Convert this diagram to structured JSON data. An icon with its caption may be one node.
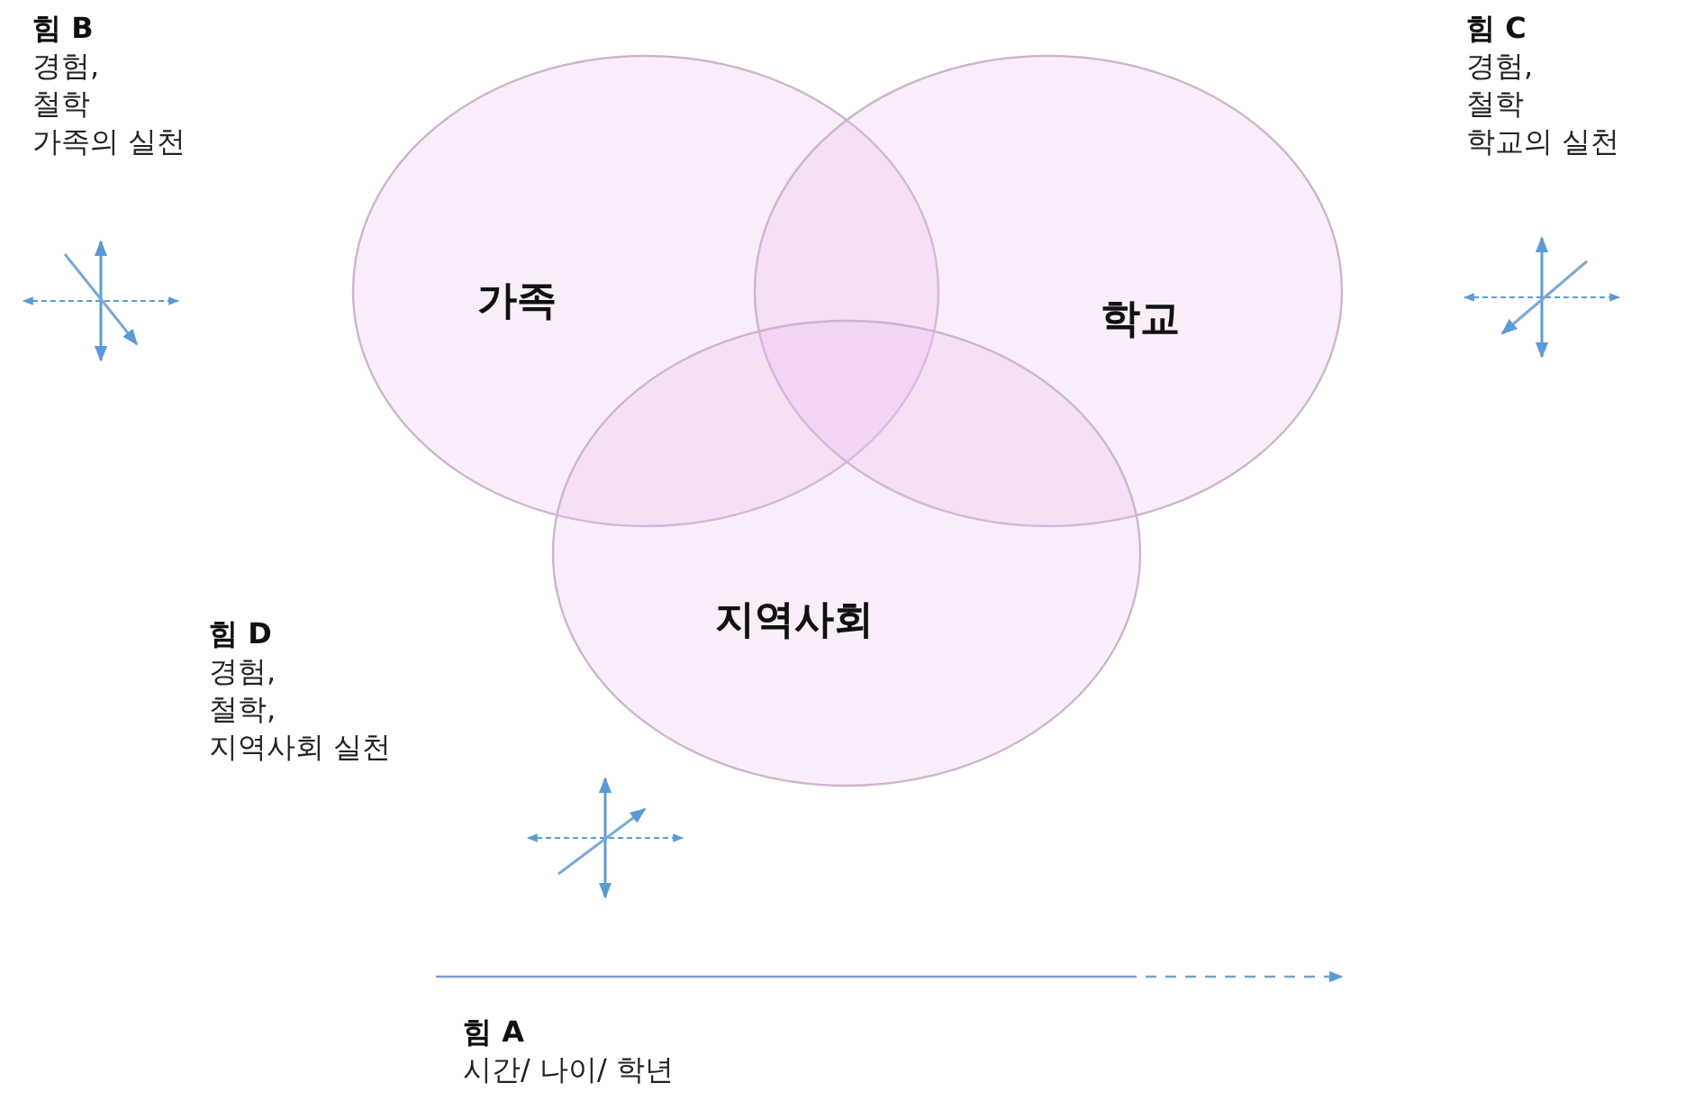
{
  "diagram": {
    "nodes": [
      {
        "text": [
          "가족"
        ]
      },
      {
        "text": [
          "학교"
        ]
      },
      {
        "text": [
          "지역사회"
        ]
      }
    ],
    "labels": [
      "힘 B",
      "경험,",
      "철학",
      "가족의 실천",
      "힘 C",
      "경험,",
      "철학",
      "학교의 실천",
      "힘 D",
      "경험,",
      "철학,",
      "지역사회 실천",
      "힘 A",
      "시간/ 나이/ 학년"
    ]
  }
}
